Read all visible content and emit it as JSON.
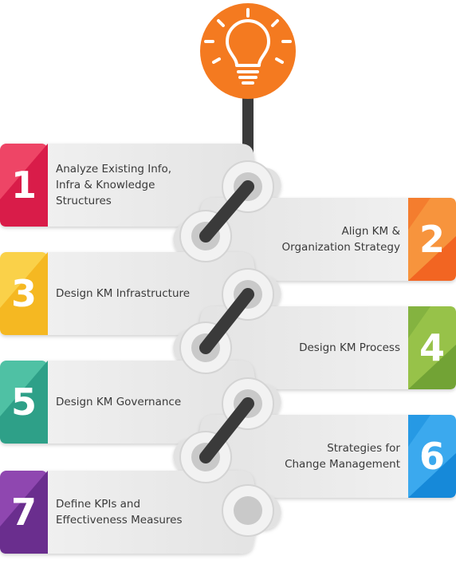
{
  "steps": [
    {
      "number": "1",
      "label": "Analyze Existing Info,\nInfra & Knowledge\nStructures",
      "color": "#d91f48",
      "color_light": "#ee4466",
      "side": "left"
    },
    {
      "number": "2",
      "label": "Align KM &\nOrganization Strategy",
      "color": "#f26522",
      "color_light": "#f7943d",
      "side": "right"
    },
    {
      "number": "3",
      "label": "Design KM Infrastructure",
      "color": "#f5b823",
      "color_light": "#fad14a",
      "side": "left"
    },
    {
      "number": "4",
      "label": "Design KM Process",
      "color": "#72a334",
      "color_light": "#97c24a",
      "side": "right"
    },
    {
      "number": "5",
      "label": "Design KM Governance",
      "color": "#2fa088",
      "color_light": "#4fc1a4",
      "side": "left"
    },
    {
      "number": "6",
      "label": "Strategies for\nChange Management",
      "color": "#1589d9",
      "color_light": "#3aa9ee",
      "side": "right"
    },
    {
      "number": "7",
      "label": "Define KPIs and\nEffectiveness Measures",
      "color": "#6b2e8e",
      "color_light": "#8f46b0",
      "side": "left"
    }
  ],
  "colors": {
    "bulb_circle": "#f47a20",
    "chain": "#3a3a3a",
    "card": "#eaeaea"
  },
  "icons": {
    "top": "lightbulb-icon"
  }
}
